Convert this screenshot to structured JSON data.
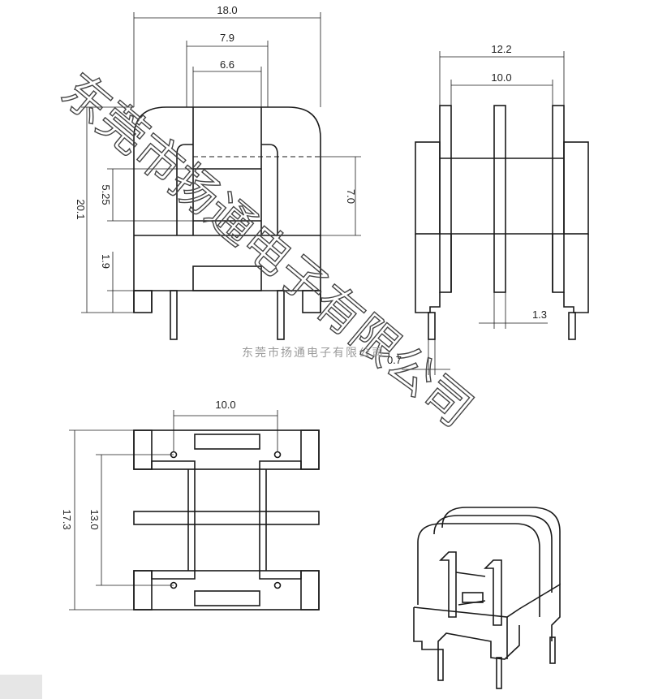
{
  "watermark": {
    "large": "东莞市扬通电子有限公司",
    "small": "东莞市扬通电子有限公司"
  },
  "front_view": {
    "dims": {
      "width_total": "18.0",
      "width_mid": "7.9",
      "width_inner": "6.6",
      "height_total": "20.1",
      "window_height": "5.25",
      "bottom_height": "1.9",
      "right_height": "7.0"
    }
  },
  "side_view": {
    "dims": {
      "width_outer": "12.2",
      "width_inner": "10.0",
      "flange_thickness": "1.3",
      "pin_diameter": "0.7"
    }
  },
  "bottom_view": {
    "dims": {
      "pin_spacing_x": "10.0",
      "height_total": "17.3",
      "pin_spacing_y": "13.0"
    }
  },
  "colors": {
    "line": "#1a1a1a",
    "watermark": "#444444",
    "watermark_small": "#9a9a9a",
    "background": "#ffffff"
  }
}
